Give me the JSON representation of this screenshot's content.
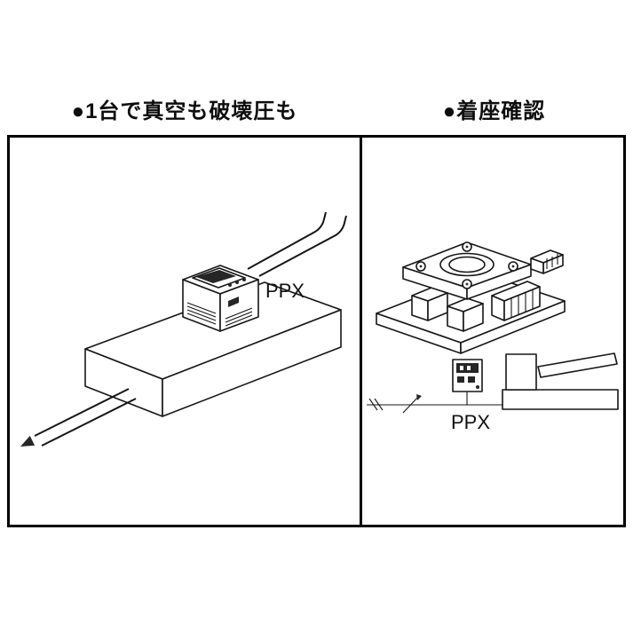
{
  "figure": {
    "left_panel": {
      "title": "●1台で真空も破壊圧も",
      "device_label": "PPX"
    },
    "right_panel": {
      "title": "●着座確認",
      "device_label": "PPX"
    }
  }
}
